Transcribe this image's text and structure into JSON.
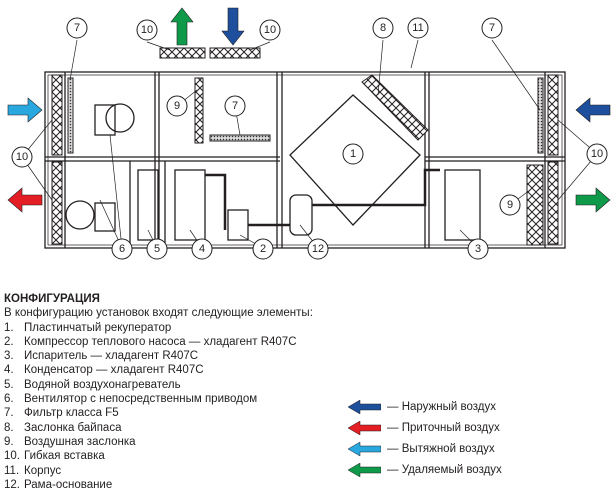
{
  "callouts": {
    "c7a": "7",
    "c10a": "10",
    "c10b": "10",
    "c8": "8",
    "c11": "11",
    "c7b": "7",
    "c9a": "9",
    "c7c": "7",
    "c1": "1",
    "c10c": "10",
    "c10d": "10",
    "c9b": "9",
    "c6": "6",
    "c5": "5",
    "c4": "4",
    "c2": "2",
    "c12": "12",
    "c3": "3"
  },
  "config": {
    "title": "КОНФИГУРАЦИЯ",
    "intro": "В конфигурацию установок входят следующие элементы:",
    "items": [
      {
        "n": "1.",
        "text": "Пластинчатый рекуператор"
      },
      {
        "n": "2.",
        "text": "Компрессор теплового насоса — хладагент R407C"
      },
      {
        "n": "3.",
        "text": "Испаритель — хладагент R407C"
      },
      {
        "n": "4.",
        "text": "Конденсатор — хладагент R407C"
      },
      {
        "n": "5.",
        "text": "Водяной воздухонагреватель"
      },
      {
        "n": "6.",
        "text": "Вентилятор с непосредственным приводом"
      },
      {
        "n": "7.",
        "text": "Фильтр класса F5"
      },
      {
        "n": "8.",
        "text": "Заслонка байпаса"
      },
      {
        "n": "9.",
        "text": "Воздушная заслонка"
      },
      {
        "n": "10.",
        "text": "Гибкая вставка"
      },
      {
        "n": "11.",
        "text": "Корпус"
      },
      {
        "n": "12.",
        "text": "Рама-основание"
      }
    ]
  },
  "legend": [
    {
      "label": "— Наружный воздух",
      "color": "#1d4f9c"
    },
    {
      "label": "— Приточный воздух",
      "color": "#e31e24"
    },
    {
      "label": "— Вытяжной воздух",
      "color": "#29a8e0"
    },
    {
      "label": "— Удаляемый воздух",
      "color": "#0f9a4a"
    }
  ]
}
